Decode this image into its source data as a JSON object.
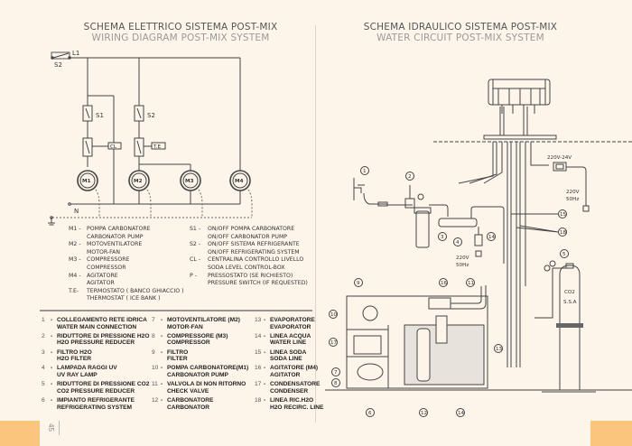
{
  "wiring": {
    "title_it": "SCHEMA ELETTRICO SISTEMA POST-MIX",
    "title_en": "WIRING DIAGRAM POST-MIX SYSTEM",
    "labels": {
      "l1": "L1",
      "n": "N",
      "s1": "S1",
      "s2": "S2",
      "s2_main": "S2",
      "cl": "CL",
      "te": "T.E",
      "m1": "M1",
      "m2": "M2",
      "m3": "M3",
      "m4": "M4"
    },
    "legend_left": [
      {
        "key": "M1 -",
        "it": "POMPA CARBONATORE",
        "en": "CARBONATOR PUMP"
      },
      {
        "key": "M2 -",
        "it": "MOTOVENTILATORE",
        "en": "MOTOR-FAN"
      },
      {
        "key": "M3 -",
        "it": "COMPRESSORE",
        "en": "COMPRESSOR"
      },
      {
        "key": "M4 -",
        "it": "AGITATORE",
        "en": "AGITATOR"
      },
      {
        "key": "T.E-",
        "it": "TERMOSTATO ( BANCO GHIACCIO )",
        "en": "THERMOSTAT ( ICE BANK )"
      }
    ],
    "legend_right": [
      {
        "key": "S1 -",
        "it": "ON/OFF POMPA CARBONATORE",
        "en": "ON/OFF CARBONATOR PUMP"
      },
      {
        "key": "S2 -",
        "it": "ON/OFF SISTEMA REFRIGERANTE",
        "en": "ON/OFF REFRIGERATING SYSTEM"
      },
      {
        "key": "CL -",
        "it": "CENTRALINA CONTROLLO LIVELLO",
        "en": "SODA LEVEL CONTROL-BOX"
      },
      {
        "key": "P  -",
        "it": "PRESSOSTATO (SE RICHIESTO)",
        "en": "PRESSURE SWITCH (IF REQUESTED)"
      }
    ]
  },
  "hydraulic": {
    "title_it": "SCHEMA IDRAULICO SISTEMA POST-MIX",
    "title_en": "WATER CIRCUIT POST-MIX SYSTEM",
    "labels": {
      "transformer": "220V-24V",
      "power1_v": "220V",
      "power1_hz": "50Hz",
      "power2_v": "220V",
      "power2_hz": "50Hz",
      "co2": "CO2",
      "ssa": "S.S.A",
      "callouts": [
        "1",
        "2",
        "3",
        "4",
        "5",
        "6",
        "7",
        "8",
        "9",
        "10",
        "11",
        "12",
        "13",
        "14",
        "15",
        "16",
        "17",
        "18",
        "14"
      ]
    }
  },
  "components": {
    "col1": [
      {
        "n": "1",
        "it": "COLLEGAMENTO RETE IDRICA",
        "en": "WATER MAIN CONNECTION"
      },
      {
        "n": "2",
        "it": "RIDUTTORE DI PRESSIONE H2O",
        "en": "H2O PRESSURE REDUCER"
      },
      {
        "n": "3",
        "it": "FILTRO H2O",
        "en": "H2O FILTER"
      },
      {
        "n": "4",
        "it": "LAMPADA RAGGI UV",
        "en": "UV RAY LAMP"
      },
      {
        "n": "5",
        "it": "RIDUTTORE DI PRESSIONE CO2",
        "en": "CO2 PRESSURE REDUCER"
      },
      {
        "n": "6",
        "it": "IMPIANTO REFRIGERANTE",
        "en": "REFRIGERATING SYSTEM"
      }
    ],
    "col2": [
      {
        "n": "7",
        "it": "MOTOVENTILATORE (M2)",
        "en": "MOTOR-FAN"
      },
      {
        "n": "8",
        "it": "COMPRESSORE (M3)",
        "en": "COMPRESSOR"
      },
      {
        "n": "9",
        "it": "FILTRO",
        "en": "FILTER"
      },
      {
        "n": "10",
        "it": "POMPA CARBONATORE(M1)",
        "en": "CARBONATOR PUMP"
      },
      {
        "n": "11",
        "it": "VALVOLA DI NON RITORNO",
        "en": "CHECK VALVE"
      },
      {
        "n": "12",
        "it": "CARBONATORE",
        "en": "CARBONATOR"
      }
    ],
    "col3": [
      {
        "n": "13",
        "it": "EVAPORATORE",
        "en": "EVAPORATOR"
      },
      {
        "n": "14",
        "it": "LINEA ACQUA",
        "en": "WATER LINE"
      },
      {
        "n": "15",
        "it": "LINEA SODA",
        "en": "SODA LINE"
      },
      {
        "n": "16",
        "it": "AGITATORE (M4)",
        "en": "AGITATOR"
      },
      {
        "n": "17",
        "it": "CONDENSATORE",
        "en": "CONDENSER"
      },
      {
        "n": "18",
        "it": "LINEA RIC.H2O",
        "en": "H2O RECIRC. LINE"
      }
    ]
  },
  "page": {
    "number": "45",
    "tab_color": "#fbc57d",
    "bg_color": "#fdf4ea"
  }
}
